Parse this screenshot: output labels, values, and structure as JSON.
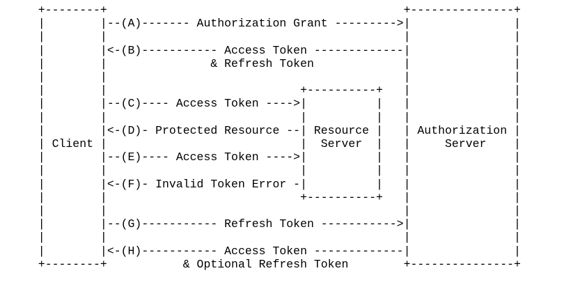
{
  "colors": {
    "background": "#ffffff",
    "text": "#000000"
  },
  "diagram": {
    "entities": [
      {
        "id": "client",
        "label": "Client"
      },
      {
        "id": "resource-server",
        "label": "Resource Server"
      },
      {
        "id": "authorization-server",
        "label": "Authorization Server"
      }
    ],
    "messages": [
      {
        "step": "A",
        "from": "Client",
        "to": "Authorization Server",
        "label": "Authorization Grant"
      },
      {
        "step": "B",
        "from": "Authorization Server",
        "to": "Client",
        "label": "Access Token & Refresh Token"
      },
      {
        "step": "C",
        "from": "Client",
        "to": "Resource Server",
        "label": "Access Token"
      },
      {
        "step": "D",
        "from": "Resource Server",
        "to": "Client",
        "label": "Protected Resource"
      },
      {
        "step": "E",
        "from": "Client",
        "to": "Resource Server",
        "label": "Access Token"
      },
      {
        "step": "F",
        "from": "Resource Server",
        "to": "Client",
        "label": "Invalid Token Error"
      },
      {
        "step": "G",
        "from": "Client",
        "to": "Authorization Server",
        "label": "Refresh Token"
      },
      {
        "step": "H",
        "from": "Authorization Server",
        "to": "Client",
        "label": "Access Token & Optional Refresh Token"
      }
    ],
    "ascii_lines": [
      "  +--------+                                           +---------------+",
      "  |        |--(A)------- Authorization Grant --------->|               |",
      "  |        |                                           |               |",
      "  |        |<-(B)----------- Access Token -------------|               |",
      "  |        |               & Refresh Token             |               |",
      "  |        |                                           |               |",
      "  |        |                            +----------+   |               |",
      "  |        |--(C)---- Access Token ---->|          |   |               |",
      "  |        |                            |          |   |               |",
      "  |        |<-(D)- Protected Resource --| Resource |   | Authorization |",
      "  | Client |                            |  Server  |   |     Server    |",
      "  |        |--(E)---- Access Token ---->|          |   |               |",
      "  |        |                            |          |   |               |",
      "  |        |<-(F)- Invalid Token Error -|          |   |               |",
      "  |        |                            +----------+   |               |",
      "  |        |                                           |               |",
      "  |        |--(G)----------- Refresh Token ----------->|               |",
      "  |        |                                           |               |",
      "  |        |<-(H)----------- Access Token -------------|               |",
      "  +--------+           & Optional Refresh Token        +---------------+"
    ]
  }
}
